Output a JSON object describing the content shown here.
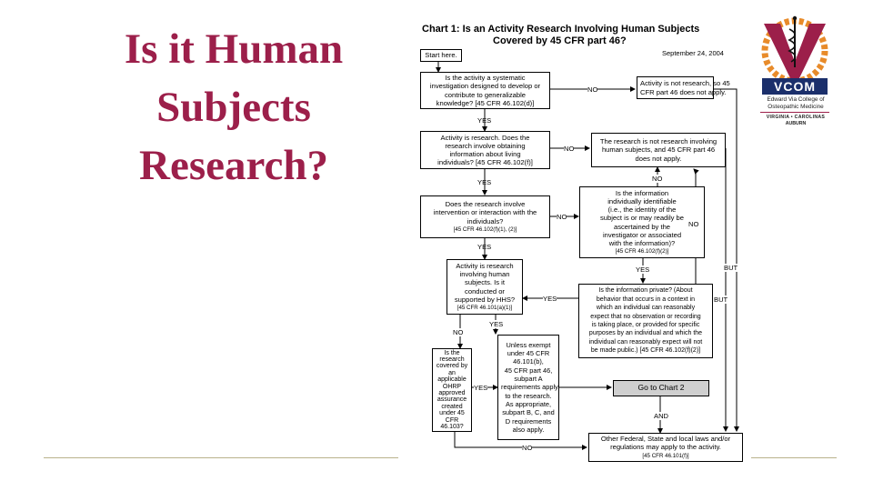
{
  "slide": {
    "title_lines": [
      "Is it Human",
      "Subjects",
      "Research?"
    ]
  },
  "logo": {
    "acronym": "VCOM",
    "name_line1": "Edward Via College of",
    "name_line2": "Osteopathic Medicine",
    "campus_line1": "VIRGINIA • CAROLINAS",
    "campus_line2": "AUBURN",
    "colors": {
      "maroon": "#9c1f4a",
      "orange": "#e88b2a",
      "navy": "#1b2f6b"
    }
  },
  "chart": {
    "title_line1": "Chart 1:  Is an Activity Research Involving Human Subjects",
    "title_line2": "Covered by 45 CFR part 46?",
    "date": "September 24, 2004",
    "boxes": {
      "start": [
        "Start here."
      ],
      "q_systematic": [
        "Is the activity a systematic",
        "investigation designed to develop or",
        "contribute to generalizable",
        "knowledge? [45 CFR 46.102(d)]"
      ],
      "not_research": [
        "Activity is not research, so 45",
        "CFR part 46 does not apply."
      ],
      "q_living": [
        "Activity is research.  Does the",
        "research involve obtaining",
        "information about living",
        "individuals? [45 CFR 46.102(f)]"
      ],
      "not_human": [
        "The research is not research involving",
        "human subjects, and 45 CFR part 46",
        "does not apply."
      ],
      "q_intervention": [
        "Does the research involve",
        "intervention or interaction with the",
        "individuals?",
        "[45 CFR 46.102(f)(1), (2)]"
      ],
      "q_identifiable": [
        "Is the information",
        "individually identifiable",
        "(i.e., the identity of the",
        "subject is or may readily be",
        "ascertained by the",
        "investigator or associated",
        "with the information)?",
        "[45 CFR 46.102(f)(2)]"
      ],
      "q_hhs": [
        "Activity is research",
        "involving human",
        "subjects.  Is it",
        "conducted or",
        "supported by HHS?",
        "[45 CFR 46.101(a)(1)]"
      ],
      "q_private": [
        "Is the information private?  (About",
        "behavior that occurs in a context in",
        "which an individual can reasonably",
        "expect that no observation or recording",
        "is taking place, or provided for specific",
        "purposes by an individual and which the",
        "individual can reasonably expect will not",
        "be made public.) [45 CFR 46.102(f)(2)]"
      ],
      "q_assurance": [
        "Is the",
        "research",
        "covered by",
        "an",
        "applicable",
        "OHRP",
        "approved",
        "assurance",
        "created",
        "under 45",
        "CFR",
        "46.103?"
      ],
      "exempt": [
        "Unless exempt",
        "under 45 CFR",
        "46.101(b),",
        "45 CFR part 46,",
        "subpart A",
        "requirements apply",
        "to the research.",
        "As appropriate,",
        "subpart B, C, and",
        "D requirements",
        "also apply."
      ],
      "chart2": [
        "Go to Chart 2"
      ],
      "other_laws": [
        "Other Federal, State and local laws and/or",
        "regulations may apply to the activity.",
        "[45 CFR 46.101(f)]"
      ]
    },
    "labels": {
      "no_1": "NO",
      "yes_1": "YES",
      "no_2": "NO",
      "yes_2": "YES",
      "no_3": "NO",
      "no_up": "NO",
      "yes_3": "YES",
      "yes_4": "YES",
      "no_right": "NO",
      "no_hhs": "NO",
      "yes_hhs": "YES",
      "yes_assur": "YES",
      "and": "AND",
      "no_bottom": "NO",
      "but_1": "BUT",
      "but_2": "BUT"
    }
  }
}
